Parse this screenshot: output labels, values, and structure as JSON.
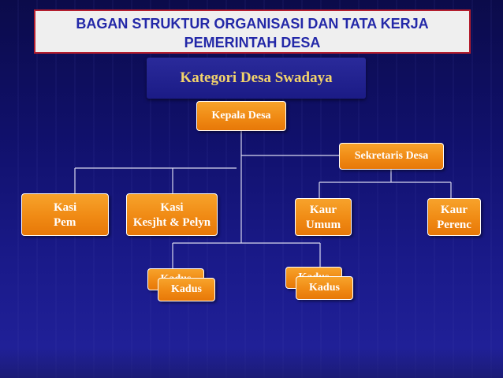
{
  "title": {
    "line1": "BAGAN STRUKTUR ORGANISASI DAN TATA KERJA",
    "line2": "PEMERINTAH DESA"
  },
  "subtitle": "Kategori Desa Swadaya",
  "nodes": {
    "kepala_desa": "Kepala Desa",
    "sekretaris_desa": "Sekretaris Desa",
    "kasi_pem": {
      "line1": "Kasi",
      "line2": "Pem"
    },
    "kasi_kesjht": {
      "line1": "Kasi",
      "line2": "Kesjht & Pelyn"
    },
    "kaur_umum": {
      "line1": "Kaur",
      "line2": "Umum"
    },
    "kaur_perenc": {
      "line1": "Kaur",
      "line2": "Perenc"
    },
    "kadus_left_back": "Kadus",
    "kadus_left_front": "Kadus",
    "kadus_right_back": "Kadus",
    "kadus_right_front": "Kadus"
  },
  "colors": {
    "background": "#10106a",
    "box_fill": "#f08a14",
    "title_text": "#2328a8",
    "title_border": "#b41e2e",
    "subtitle_text": "#f2d36b"
  }
}
